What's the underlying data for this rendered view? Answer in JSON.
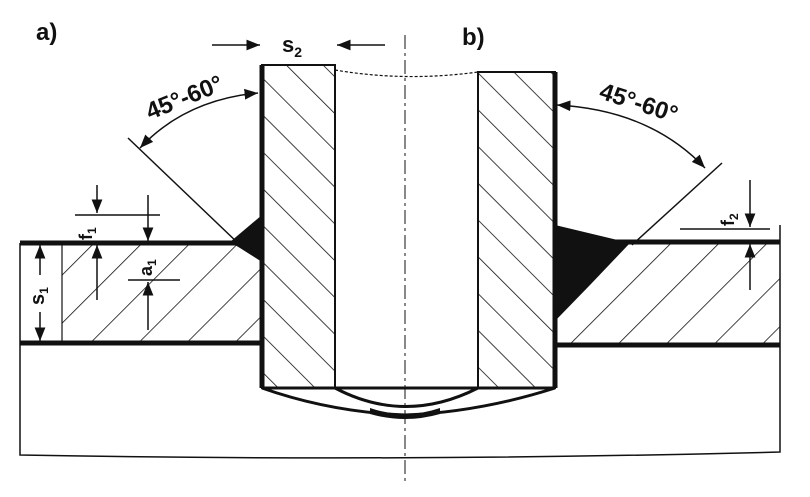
{
  "labels": {
    "part_a": "a)",
    "part_b": "b)",
    "tube_wall": "s",
    "tube_wall_sub": "2",
    "angle_left": "45°-60°",
    "angle_right": "45°-60°",
    "plate_thickness": "s",
    "plate_thickness_sub": "1",
    "weld_face_left": "f",
    "weld_face_left_sub": "1",
    "throat_left": "a",
    "throat_left_sub": "1",
    "weld_face_right": "f",
    "weld_face_right_sub": "2"
  },
  "colors": {
    "ink": "#111111",
    "paper": "#ffffff"
  }
}
